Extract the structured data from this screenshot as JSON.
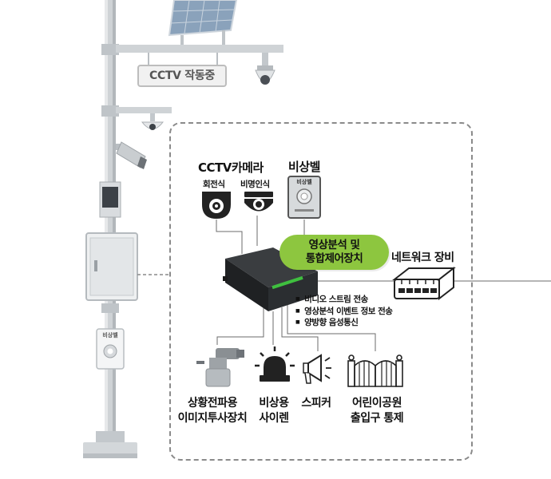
{
  "pole_sign": "CCTV 작동중",
  "cctv_title": "CCTV카메라",
  "camera_rotate_label": "회전식",
  "camera_fixed_label": "비명인식",
  "emergency_bell_title": "비상벨",
  "bell_face_text": "비상벨",
  "pole_bell_text": "비상벨",
  "controller_label_line1": "영상분석 및",
  "controller_label_line2": "통합제어장치",
  "network_label": "네트워크 장비",
  "functions": [
    "비디오 스트림 전송",
    "영상분석 이벤트 정보 전송",
    "양방향 음성통신"
  ],
  "devices": [
    {
      "line1": "상황전파용",
      "line2": "이미지투사장치"
    },
    {
      "line1": "비상용",
      "line2": "사이렌"
    },
    {
      "line1": "스피커",
      "line2": ""
    },
    {
      "line1": "어린이공원",
      "line2": "출입구 통제"
    }
  ],
  "colors": {
    "accent_green": "#8dc63f",
    "pole_gray": "#c9cdd0",
    "panel_border": "#8a8a8a"
  }
}
